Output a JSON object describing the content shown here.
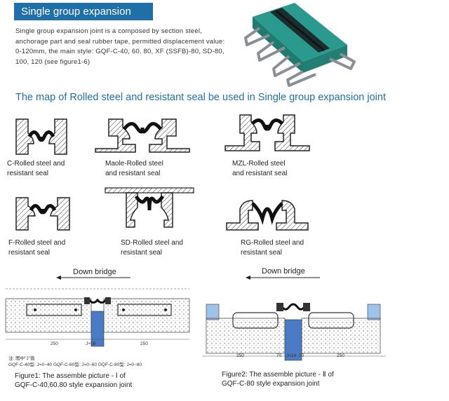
{
  "header": {
    "title": "Single group expansion joint",
    "intro_text": "Single group expansion joint is a composed by section steel, anchorage part and seal rubber tape, permitted displacement value: 0-120mm, the main style: GQF-C-40, 60, 80, XF (SSFB)-80, SD-80, 100, 120 (see figure1-6)"
  },
  "map_title": "The map of Rolled steel and resistant seal be used in Single group expansion joint",
  "profiles": [
    {
      "line1": "C-Rolled steel and",
      "line2": "resistant seal"
    },
    {
      "line1": "Maole-Rolled steel",
      "line2": "and  resistant seal"
    },
    {
      "line1": "MZL-Rolled steel",
      "line2": "and  resistant seal"
    },
    {
      "line1": "F-Rolled steel and",
      "line2": "resistant seal"
    },
    {
      "line1": "SD-Rolled steel and",
      "line2": "resistant seal"
    },
    {
      "line1": "RG-Rolled steel and",
      "line2": "resistant seal"
    }
  ],
  "figures": [
    {
      "direction_label": "Down bridge",
      "caption_line1": "Figure1: The assemble picture - Ⅰ of",
      "caption_line2": "GQF-C-40,60.80 style expansion joint",
      "dims": [
        "250",
        "J+58",
        "250"
      ],
      "note_line1": "注: 图中\"J\"值",
      "note_line2": "GQF-C-40型: J=0~40     GQF-C-60型: J=0~60     GQF-C-80型: J=0~80"
    },
    {
      "direction_label": "Down bridge",
      "caption_line1": "Figure2: The assemble picture - Ⅱ of",
      "caption_line2": "GQF-C-80 style expansion joint",
      "dims": [
        "250",
        "70",
        "J+14",
        "70",
        "250"
      ]
    }
  ],
  "colors": {
    "title_bg": "#1f6fa8",
    "map_title": "#1f6fa8",
    "steel": "#2a9a8f",
    "concrete": "#d8d8d8"
  }
}
